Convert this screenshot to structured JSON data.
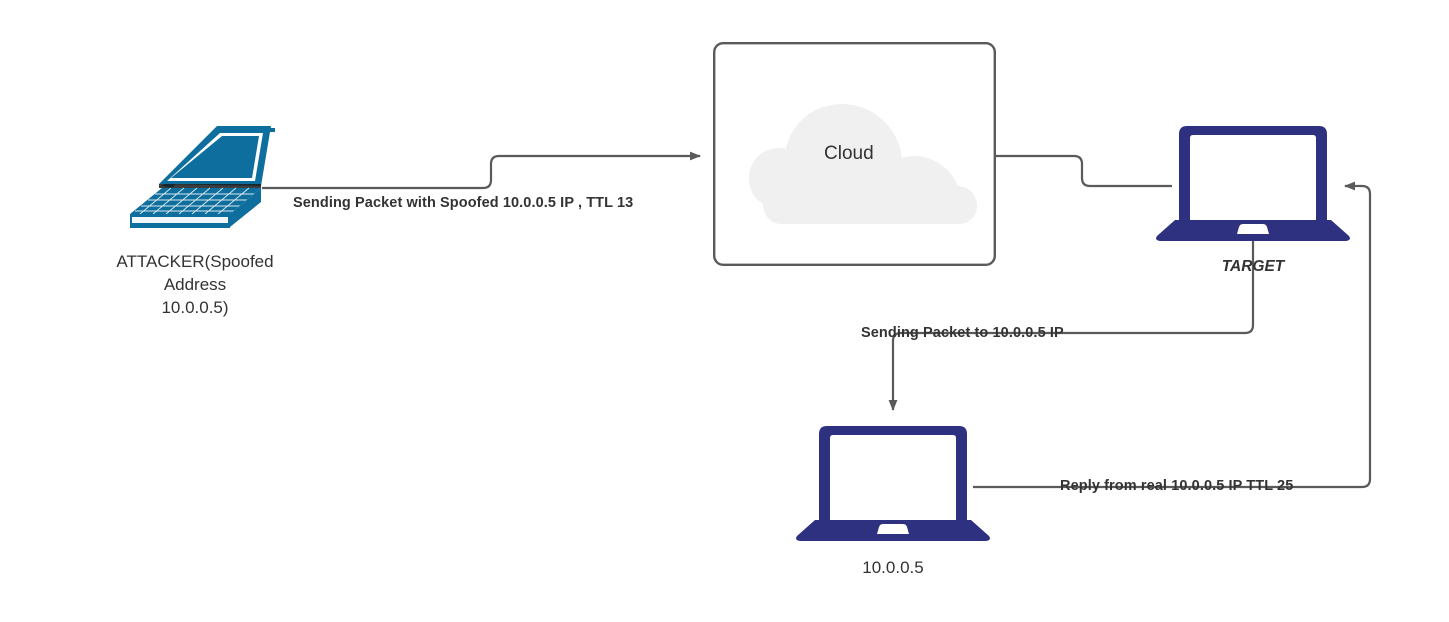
{
  "diagram": {
    "title": "IP Spoofing TTL Analysis Network Diagram",
    "background_color": "#ffffff",
    "line_color": "#5a5a5a",
    "text_color": "#333333",
    "attacker_device_color": "#0e6e9e",
    "target_device_color": "#2e3180",
    "cloud_fill_color": "#f0f0f0"
  },
  "nodes": {
    "attacker": {
      "icon": "laptop-isometric-icon",
      "caption_line1": "ATTACKER(Spoofed",
      "caption_line2": "Address",
      "caption_line3": "10.0.0.5)"
    },
    "cloud": {
      "icon": "cloud-icon",
      "label": "Cloud"
    },
    "target": {
      "icon": "laptop-icon",
      "caption": "TARGET"
    },
    "victim": {
      "icon": "laptop-icon",
      "caption": "10.0.0.5"
    }
  },
  "edges": {
    "attacker_to_cloud": {
      "label": "Sending Packet with Spoofed 10.0.0.5 IP , TTL 13",
      "arrow": "arrowhead-right-icon"
    },
    "cloud_to_target": {
      "label": "",
      "arrow": "none"
    },
    "target_to_victim": {
      "label": "Sending Packet to 10.0.0.5 IP",
      "arrow": "arrowhead-down-icon"
    },
    "victim_to_target": {
      "label": "Reply from real 10.0.0.5 IP TTL 25",
      "arrow": "arrowhead-left-icon"
    }
  }
}
